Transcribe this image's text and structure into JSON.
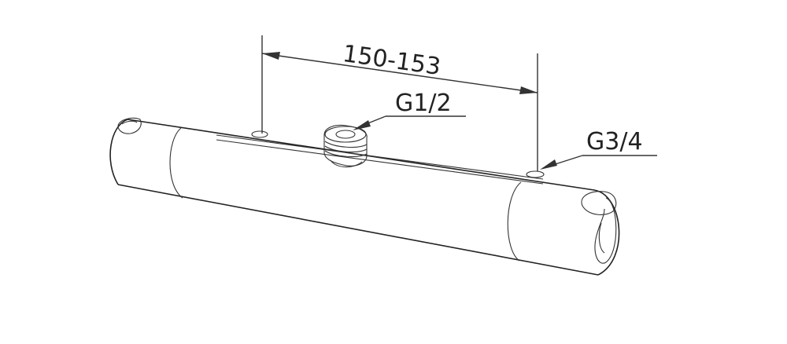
{
  "labels": {
    "spacing_dimension": "150-153",
    "inlet_center_thread": "G1/2",
    "inlet_side_thread": "G3/4"
  },
  "colors": {
    "line": "#333333",
    "background": "#ffffff"
  }
}
